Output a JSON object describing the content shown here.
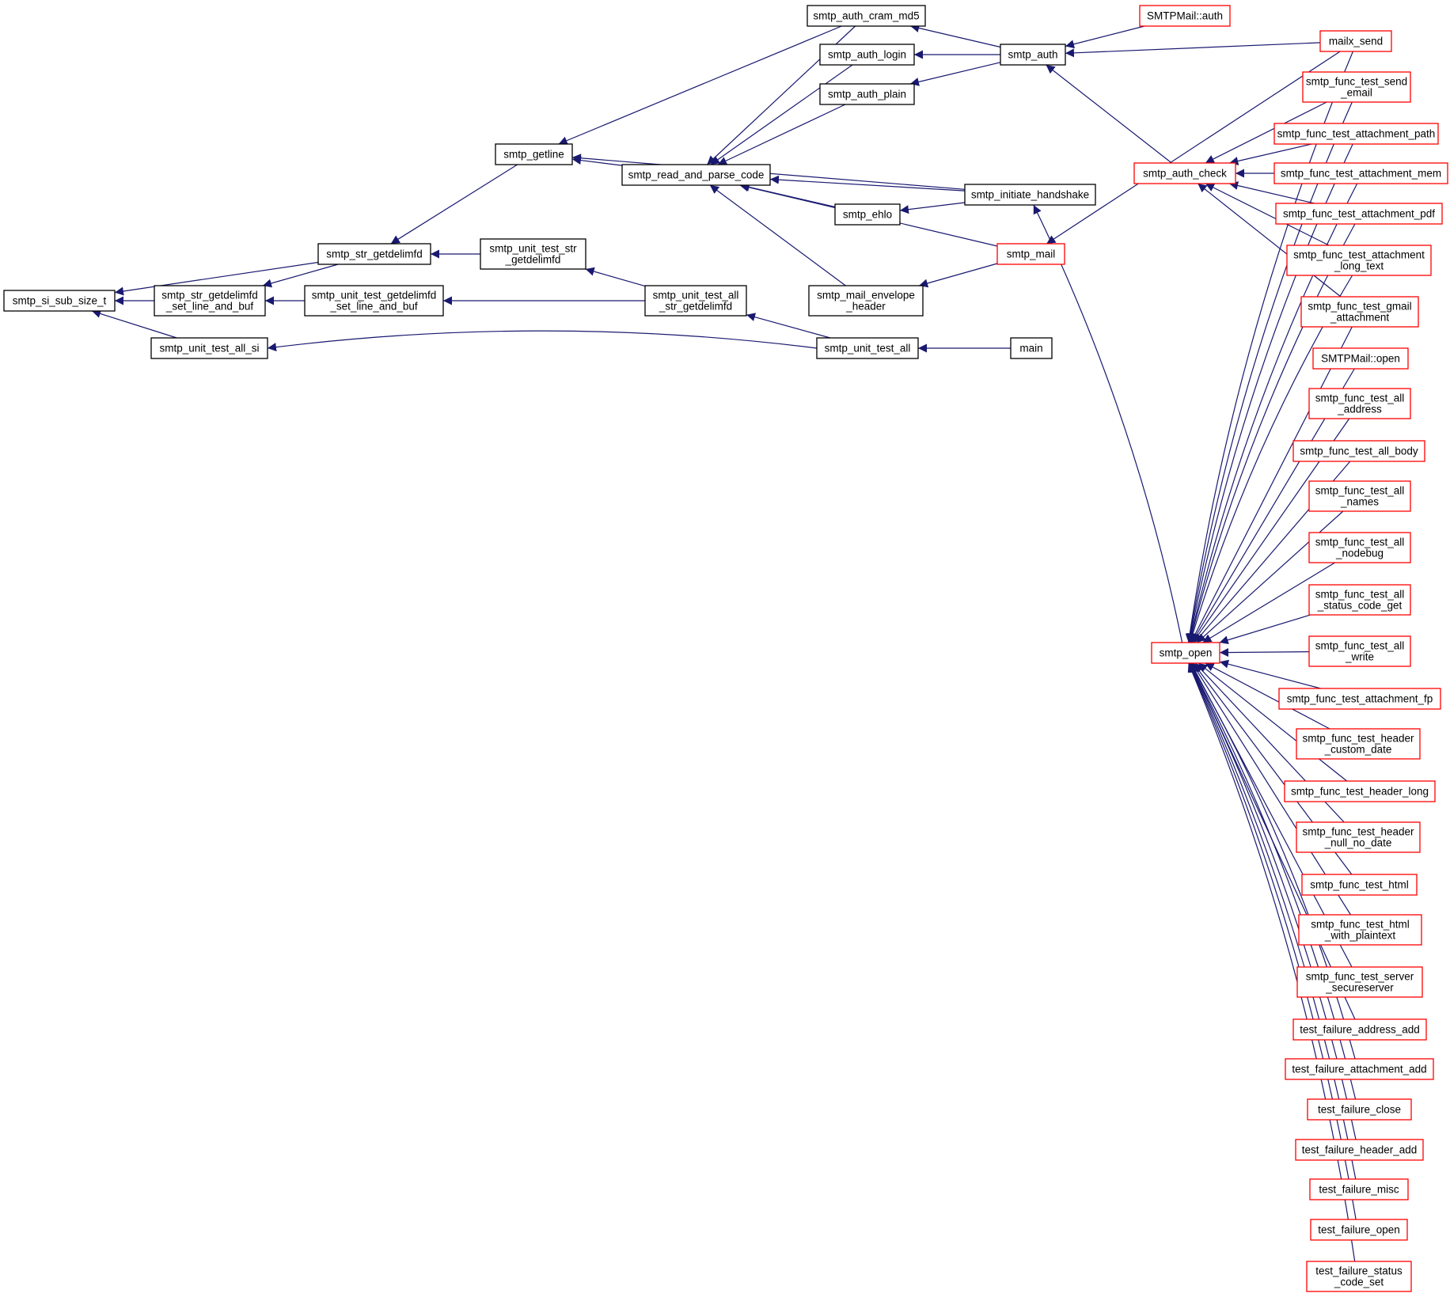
{
  "colors": {
    "edge": "#191970",
    "focus_fill": "#bfbfbf",
    "node_border": "#000000",
    "external_border": "#ff0000",
    "background": "#ffffff"
  },
  "nodes": {
    "si_sub": {
      "lines": [
        "smtp_si_sub_size_t"
      ],
      "style": "focus"
    },
    "str_getdelimfd": {
      "lines": [
        "smtp_str_getdelimfd"
      ],
      "style": "normal"
    },
    "str_getdelimfd_set": {
      "lines": [
        "smtp_str_getdelimfd",
        "_set_line_and_buf"
      ],
      "style": "normal"
    },
    "unit_test_all_si": {
      "lines": [
        "smtp_unit_test_all_si"
      ],
      "style": "normal"
    },
    "getline": {
      "lines": [
        "smtp_getline"
      ],
      "style": "normal"
    },
    "unit_test_str_getdelimfd": {
      "lines": [
        "smtp_unit_test_str",
        "_getdelimfd"
      ],
      "style": "normal"
    },
    "unit_test_getdelimfd_set": {
      "lines": [
        "smtp_unit_test_getdelimfd",
        "_set_line_and_buf"
      ],
      "style": "normal"
    },
    "read_and_parse_code": {
      "lines": [
        "smtp_read_and_parse_code"
      ],
      "style": "normal"
    },
    "unit_test_all_str_getdelimfd": {
      "lines": [
        "smtp_unit_test_all",
        "_str_getdelimfd"
      ],
      "style": "normal"
    },
    "unit_test_all": {
      "lines": [
        "smtp_unit_test_all"
      ],
      "style": "normal"
    },
    "auth_cram_md5": {
      "lines": [
        "smtp_auth_cram_md5"
      ],
      "style": "normal"
    },
    "auth_login": {
      "lines": [
        "smtp_auth_login"
      ],
      "style": "normal"
    },
    "auth_plain": {
      "lines": [
        "smtp_auth_plain"
      ],
      "style": "normal"
    },
    "ehlo": {
      "lines": [
        "smtp_ehlo"
      ],
      "style": "normal"
    },
    "mail_envelope_header": {
      "lines": [
        "smtp_mail_envelope",
        "_header"
      ],
      "style": "normal"
    },
    "main": {
      "lines": [
        "main"
      ],
      "style": "normal"
    },
    "auth": {
      "lines": [
        "smtp_auth"
      ],
      "style": "normal"
    },
    "initiate_handshake": {
      "lines": [
        "smtp_initiate_handshake"
      ],
      "style": "normal"
    },
    "mail": {
      "lines": [
        "smtp_mail"
      ],
      "style": "external"
    },
    "smtpmail_auth": {
      "lines": [
        "SMTPMail::auth"
      ],
      "style": "external"
    },
    "auth_check": {
      "lines": [
        "smtp_auth_check"
      ],
      "style": "external"
    },
    "open": {
      "lines": [
        "smtp_open"
      ],
      "style": "external"
    },
    "mailx_send": {
      "lines": [
        "mailx_send"
      ],
      "style": "external"
    },
    "ft_send_email": {
      "lines": [
        "smtp_func_test_send",
        "_email"
      ],
      "style": "external"
    },
    "ft_attachment_path": {
      "lines": [
        "smtp_func_test_attachment_path"
      ],
      "style": "external"
    },
    "ft_attachment_mem": {
      "lines": [
        "smtp_func_test_attachment_mem"
      ],
      "style": "external"
    },
    "ft_attachment_pdf": {
      "lines": [
        "smtp_func_test_attachment_pdf"
      ],
      "style": "external"
    },
    "ft_attachment_long_text": {
      "lines": [
        "smtp_func_test_attachment",
        "_long_text"
      ],
      "style": "external"
    },
    "ft_gmail_attachment": {
      "lines": [
        "smtp_func_test_gmail",
        "_attachment"
      ],
      "style": "external"
    },
    "smtpmail_open": {
      "lines": [
        "SMTPMail::open"
      ],
      "style": "external"
    },
    "ft_all_address": {
      "lines": [
        "smtp_func_test_all",
        "_address"
      ],
      "style": "external"
    },
    "ft_all_body": {
      "lines": [
        "smtp_func_test_all_body"
      ],
      "style": "external"
    },
    "ft_all_names": {
      "lines": [
        "smtp_func_test_all",
        "_names"
      ],
      "style": "external"
    },
    "ft_all_nodebug": {
      "lines": [
        "smtp_func_test_all",
        "_nodebug"
      ],
      "style": "external"
    },
    "ft_all_status_code_get": {
      "lines": [
        "smtp_func_test_all",
        "_status_code_get"
      ],
      "style": "external"
    },
    "ft_all_write": {
      "lines": [
        "smtp_func_test_all",
        "_write"
      ],
      "style": "external"
    },
    "ft_attachment_fp": {
      "lines": [
        "smtp_func_test_attachment_fp"
      ],
      "style": "external"
    },
    "ft_header_custom_date": {
      "lines": [
        "smtp_func_test_header",
        "_custom_date"
      ],
      "style": "external"
    },
    "ft_header_long": {
      "lines": [
        "smtp_func_test_header_long"
      ],
      "style": "external"
    },
    "ft_header_null_no_date": {
      "lines": [
        "smtp_func_test_header",
        "_null_no_date"
      ],
      "style": "external"
    },
    "ft_html": {
      "lines": [
        "smtp_func_test_html"
      ],
      "style": "external"
    },
    "ft_html_with_plaintext": {
      "lines": [
        "smtp_func_test_html",
        "_with_plaintext"
      ],
      "style": "external"
    },
    "ft_server_secureserver": {
      "lines": [
        "smtp_func_test_server",
        "_secureserver"
      ],
      "style": "external"
    },
    "tf_address_add": {
      "lines": [
        "test_failure_address_add"
      ],
      "style": "external"
    },
    "tf_attachment_add": {
      "lines": [
        "test_failure_attachment_add"
      ],
      "style": "external"
    },
    "tf_close": {
      "lines": [
        "test_failure_close"
      ],
      "style": "external"
    },
    "tf_header_add": {
      "lines": [
        "test_failure_header_add"
      ],
      "style": "external"
    },
    "tf_misc": {
      "lines": [
        "test_failure_misc"
      ],
      "style": "external"
    },
    "tf_open": {
      "lines": [
        "test_failure_open"
      ],
      "style": "external"
    },
    "tf_status_code_set": {
      "lines": [
        "test_failure_status",
        "_code_set"
      ],
      "style": "external"
    }
  },
  "edges": [
    {
      "from": "str_getdelimfd",
      "to": "si_sub"
    },
    {
      "from": "str_getdelimfd_set",
      "to": "si_sub"
    },
    {
      "from": "unit_test_all_si",
      "to": "si_sub"
    },
    {
      "from": "getline",
      "to": "str_getdelimfd"
    },
    {
      "from": "unit_test_str_getdelimfd",
      "to": "str_getdelimfd"
    },
    {
      "from": "str_getdelimfd",
      "to": "str_getdelimfd_set"
    },
    {
      "from": "unit_test_getdelimfd_set",
      "to": "str_getdelimfd_set"
    },
    {
      "from": "unit_test_all",
      "to": "unit_test_all_si"
    },
    {
      "from": "auth_cram_md5",
      "to": "getline"
    },
    {
      "from": "read_and_parse_code",
      "to": "getline"
    },
    {
      "from": "initiate_handshake",
      "to": "getline"
    },
    {
      "from": "unit_test_all_str_getdelimfd",
      "to": "unit_test_str_getdelimfd"
    },
    {
      "from": "unit_test_all_str_getdelimfd",
      "to": "unit_test_getdelimfd_set"
    },
    {
      "from": "auth_cram_md5",
      "to": "read_and_parse_code"
    },
    {
      "from": "auth_login",
      "to": "read_and_parse_code"
    },
    {
      "from": "auth_plain",
      "to": "read_and_parse_code"
    },
    {
      "from": "ehlo",
      "to": "read_and_parse_code"
    },
    {
      "from": "initiate_handshake",
      "to": "read_and_parse_code"
    },
    {
      "from": "mail",
      "to": "read_and_parse_code"
    },
    {
      "from": "mail_envelope_header",
      "to": "read_and_parse_code"
    },
    {
      "from": "unit_test_all",
      "to": "unit_test_all_str_getdelimfd"
    },
    {
      "from": "main",
      "to": "unit_test_all"
    },
    {
      "from": "auth",
      "to": "auth_cram_md5"
    },
    {
      "from": "auth",
      "to": "auth_login"
    },
    {
      "from": "auth",
      "to": "auth_plain"
    },
    {
      "from": "initiate_handshake",
      "to": "ehlo"
    },
    {
      "from": "mail",
      "to": "mail_envelope_header"
    },
    {
      "from": "smtpmail_auth",
      "to": "auth"
    },
    {
      "from": "mailx_send",
      "to": "auth"
    },
    {
      "from": "auth_check",
      "to": "auth"
    },
    {
      "from": "open",
      "to": "initiate_handshake"
    },
    {
      "from": "mailx_send",
      "to": "mail"
    },
    {
      "from": "ft_send_email",
      "to": "auth_check"
    },
    {
      "from": "ft_attachment_path",
      "to": "auth_check"
    },
    {
      "from": "ft_attachment_mem",
      "to": "auth_check"
    },
    {
      "from": "ft_attachment_pdf",
      "to": "auth_check"
    },
    {
      "from": "ft_attachment_long_text",
      "to": "auth_check"
    },
    {
      "from": "ft_gmail_attachment",
      "to": "auth_check"
    },
    {
      "from": "mailx_send",
      "to": "open"
    },
    {
      "from": "ft_send_email",
      "to": "open"
    },
    {
      "from": "ft_attachment_path",
      "to": "open"
    },
    {
      "from": "ft_attachment_mem",
      "to": "open"
    },
    {
      "from": "ft_attachment_pdf",
      "to": "open"
    },
    {
      "from": "ft_attachment_long_text",
      "to": "open"
    },
    {
      "from": "ft_gmail_attachment",
      "to": "open"
    },
    {
      "from": "smtpmail_open",
      "to": "open"
    },
    {
      "from": "ft_all_address",
      "to": "open"
    },
    {
      "from": "ft_all_body",
      "to": "open"
    },
    {
      "from": "ft_all_names",
      "to": "open"
    },
    {
      "from": "ft_all_nodebug",
      "to": "open"
    },
    {
      "from": "ft_all_status_code_get",
      "to": "open"
    },
    {
      "from": "ft_all_write",
      "to": "open"
    },
    {
      "from": "ft_attachment_fp",
      "to": "open"
    },
    {
      "from": "ft_header_custom_date",
      "to": "open"
    },
    {
      "from": "ft_header_long",
      "to": "open"
    },
    {
      "from": "ft_header_null_no_date",
      "to": "open"
    },
    {
      "from": "ft_html",
      "to": "open"
    },
    {
      "from": "ft_html_with_plaintext",
      "to": "open"
    },
    {
      "from": "ft_server_secureserver",
      "to": "open"
    },
    {
      "from": "tf_address_add",
      "to": "open"
    },
    {
      "from": "tf_attachment_add",
      "to": "open"
    },
    {
      "from": "tf_close",
      "to": "open"
    },
    {
      "from": "tf_header_add",
      "to": "open"
    },
    {
      "from": "tf_misc",
      "to": "open"
    },
    {
      "from": "tf_open",
      "to": "open"
    },
    {
      "from": "tf_status_code_set",
      "to": "open"
    }
  ]
}
